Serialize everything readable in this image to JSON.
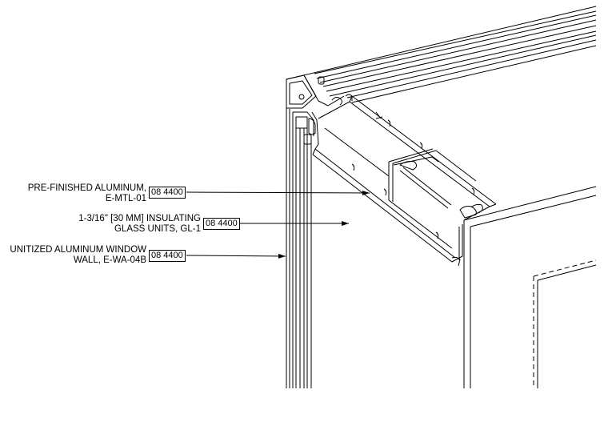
{
  "callouts": [
    {
      "line1": "PRE-FINISHED ALUMINUM,",
      "line2": "E-MTL-01",
      "tag": "08 4400"
    },
    {
      "line1": "1-3/16\" [30 MM] INSULATING",
      "line2": "GLASS UNITS, GL-1",
      "tag": "08 4400"
    },
    {
      "line1": "UNITIZED ALUMINUM WINDOW",
      "line2": "WALL, E-WA-04B",
      "tag": "08 4400"
    }
  ]
}
